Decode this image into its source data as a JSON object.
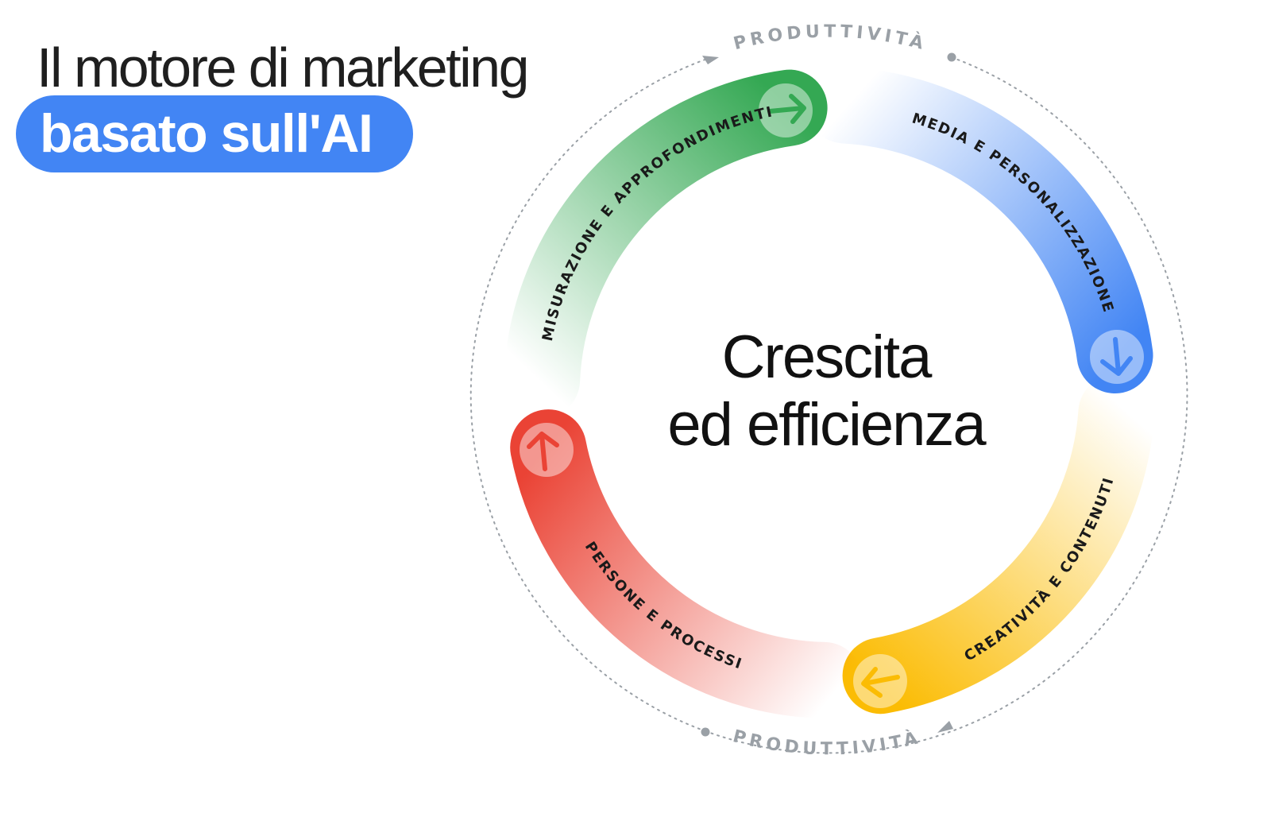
{
  "title": {
    "line1": "Il motore di marketing",
    "line2": "basato sull'AI"
  },
  "center": {
    "line1": "Crescita",
    "line2": "ed efficienza"
  },
  "segments": [
    {
      "label": "MISURAZIONE E APPROFONDIMENTI",
      "color": "#34a853",
      "icon": "arrow-right-icon"
    },
    {
      "label": "MEDIA E PERSONALIZZAZIONE",
      "color": "#4285f4",
      "icon": "arrow-down-icon"
    },
    {
      "label": "CREATIVITÀ E CONTENUTI",
      "color": "#fbbc04",
      "icon": "arrow-left-icon"
    },
    {
      "label": "PERSONE E PROCESSI",
      "color": "#ea4335",
      "icon": "arrow-up-icon"
    }
  ],
  "outer_ring": {
    "top_label": "PRODUTTIVITÀ",
    "bottom_label": "PRODUTTIVITÀ",
    "color": "#9aa0a6"
  },
  "colors": {
    "pill": "#4285f4",
    "text": "#1f1f1f"
  }
}
